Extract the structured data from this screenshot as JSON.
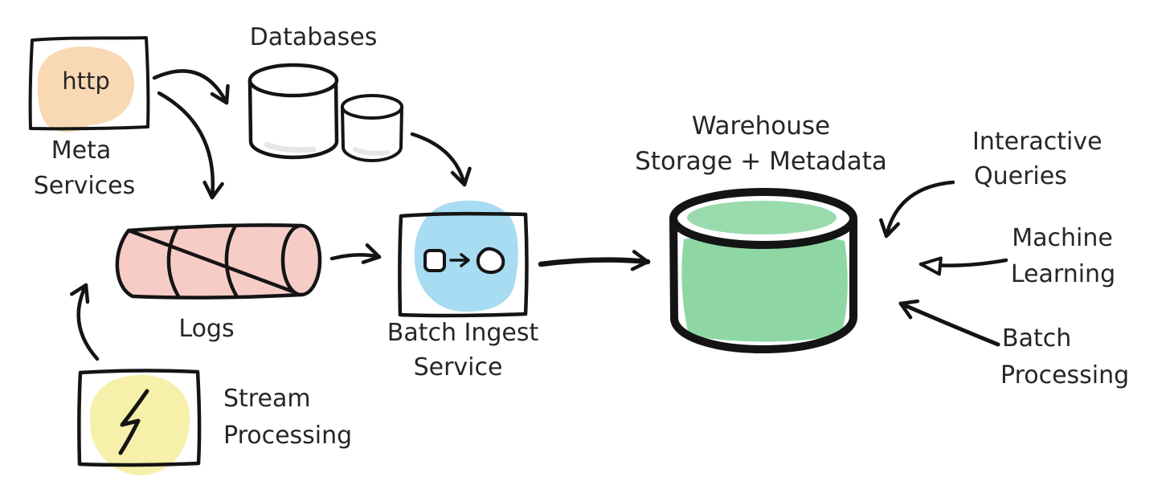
{
  "nodes": {
    "meta_services": {
      "box_text": "http",
      "label": [
        "Meta",
        "Services"
      ]
    },
    "databases": {
      "label": [
        "Databases"
      ]
    },
    "logs": {
      "label": [
        "Logs"
      ]
    },
    "batch_ingest": {
      "label": [
        "Batch Ingest",
        "Service"
      ]
    },
    "warehouse": {
      "label": [
        "Warehouse",
        "Storage + Metadata"
      ]
    },
    "stream_processing": {
      "label": [
        "Stream",
        "Processing"
      ]
    },
    "interactive_queries": {
      "label": [
        "Interactive",
        "Queries"
      ]
    },
    "machine_learning": {
      "label": [
        "Machine",
        "Learning"
      ]
    },
    "batch_processing": {
      "label": [
        "Batch",
        "Processing"
      ]
    }
  },
  "icons": {
    "meta_services": "http-box",
    "databases": "database-cylinders",
    "logs": "horizontal-pipe",
    "batch_ingest": "square-to-circle-transform",
    "stream_processing": "lightning-bolt",
    "warehouse": "large-cylinder"
  },
  "edges": [
    {
      "from": "meta_services",
      "to": "databases",
      "head": "open-vee"
    },
    {
      "from": "meta_services",
      "to": "logs",
      "head": "open-vee"
    },
    {
      "from": "databases",
      "to": "batch_ingest",
      "head": "open-vee"
    },
    {
      "from": "logs",
      "to": "batch_ingest",
      "head": "open-vee"
    },
    {
      "from": "batch_ingest",
      "to": "warehouse",
      "head": "open-vee"
    },
    {
      "from": "stream_processing",
      "to": "logs",
      "head": "open-vee"
    },
    {
      "from": "interactive_queries",
      "to": "warehouse",
      "head": "open-vee"
    },
    {
      "from": "machine_learning",
      "to": "warehouse",
      "head": "hollow-triangle"
    },
    {
      "from": "batch_processing",
      "to": "warehouse",
      "head": "open-vee"
    }
  ],
  "colors": {
    "ink": "#141414",
    "text": "#262626",
    "meta_highlight": "#f8d9b4",
    "logs_fill": "#f7ccc7",
    "ingest_highlight": "#a7dcf2",
    "warehouse_fill": "#8ed7a4",
    "stream_highlight": "#f6f0aa",
    "background": "#ffffff"
  }
}
